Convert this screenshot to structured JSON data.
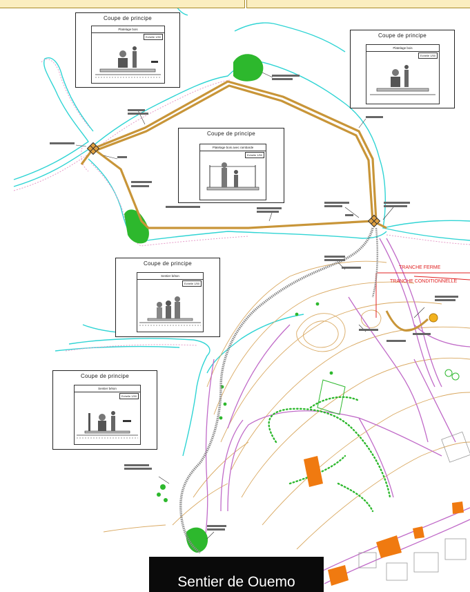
{
  "caption": "Sentier de Ouemo",
  "tranche_ferme": "TRANCHE FERME",
  "tranche_conditionnelle": "TRANCHE CONDITIONNELLE",
  "sections": [
    {
      "title": "Coupe de principe",
      "header": "Platelage bois",
      "scale": "Echelle 1/50"
    },
    {
      "title": "Coupe de principe",
      "header": "Platelage bois",
      "scale": "Echelle 1/50"
    },
    {
      "title": "Coupe de principe",
      "header": "Platelage bois avec rambarde",
      "scale": "Echelle 1/50"
    },
    {
      "title": "Coupe de principe",
      "header": "Sentier béton",
      "scale": "Echelle 1/50"
    },
    {
      "title": "Coupe de principe",
      "header": "Sentier béton",
      "scale": "Echelle 1/50"
    }
  ],
  "colors": {
    "boardwalk": "#c89538",
    "coast_cyan": "#2fd4d4",
    "coast_pink": "#e59bc8",
    "contour": "#d9a860",
    "road": "#c06ac8",
    "red_line": "#e02020",
    "vegetation": "#2db82d",
    "building": "#f07a10"
  }
}
